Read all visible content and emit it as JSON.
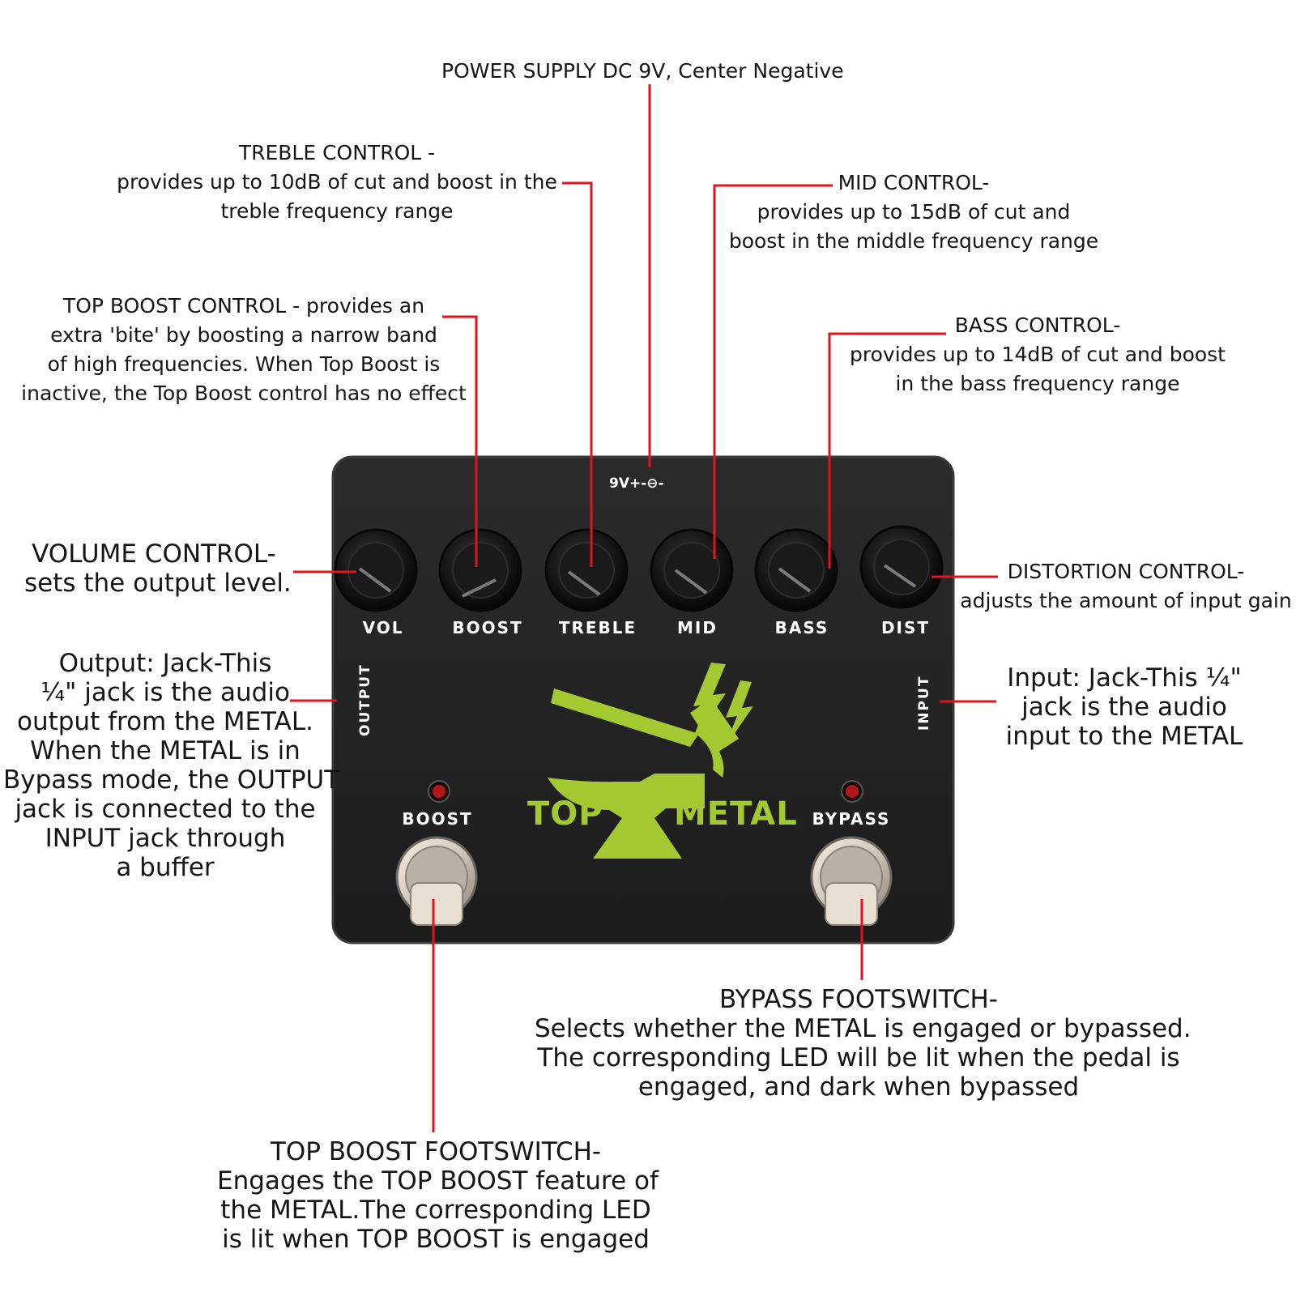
{
  "colors": {
    "leader": "#e2131c",
    "pedal_body": "#232323",
    "logo_green": "#a4c82f",
    "led_red": "#b01818"
  },
  "pedal": {
    "power_label": "9V+-⊖-",
    "knobs": [
      "VOL",
      "BOOST",
      "TREBLE",
      "MID",
      "BASS",
      "DIST"
    ],
    "output_jack": "OUTPUT",
    "input_jack": "INPUT",
    "logo_left": "TOP",
    "logo_right": "METAL",
    "logo_icons": [
      "hammer-icon",
      "anvil-icon",
      "lightning-icon"
    ],
    "boost_switch": "BOOST",
    "bypass_switch": "BYPASS"
  },
  "annotations": {
    "power": [
      "POWER SUPPLY DC 9V, Center Negative"
    ],
    "treble": [
      "TREBLE CONTROL -",
      "provides up to 10dB of cut and boost in the",
      "treble frequency range"
    ],
    "mid": [
      "MID CONTROL-",
      "provides up to 15dB of cut and",
      "boost in the middle frequency range"
    ],
    "top_boost": [
      "TOP BOOST CONTROL - provides an",
      "extra 'bite' by boosting a narrow band",
      "of high frequencies. When Top Boost is",
      "inactive, the Top Boost control has no effect"
    ],
    "bass": [
      "BASS CONTROL-",
      "provides up to 14dB of cut and boost",
      "in the bass frequency range"
    ],
    "volume": [
      "VOLUME CONTROL-",
      "sets the output level."
    ],
    "distortion": [
      "DISTORTION CONTROL-",
      "adjusts the amount of input gain"
    ],
    "output": [
      "Output: Jack-This",
      "¼\" jack is the audio",
      "output from the METAL.",
      "When the METAL is in",
      "Bypass mode, the OUTPUT",
      "jack is connected to the",
      "INPUT jack through",
      "a buffer"
    ],
    "input": [
      "Input: Jack-This ¼\"",
      "jack is the audio",
      "input to the METAL"
    ],
    "bypass_fs": [
      "BYPASS FOOTSWITCH-",
      "Selects whether the METAL is engaged or bypassed.",
      "The corresponding LED will be lit when the pedal is",
      "engaged, and dark when bypassed"
    ],
    "boost_fs": [
      "TOP BOOST FOOTSWITCH-",
      "Engages the TOP BOOST feature of",
      "the METAL.The corresponding LED",
      "is lit when TOP BOOST is engaged"
    ]
  }
}
